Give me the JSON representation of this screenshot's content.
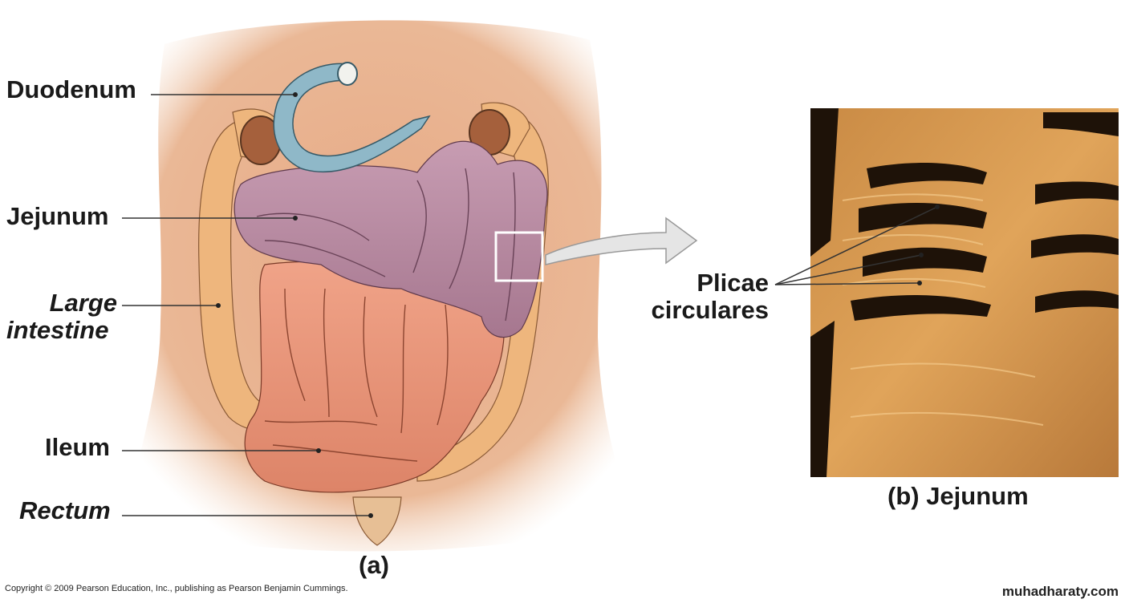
{
  "figure": {
    "labels": {
      "duodenum": "Duodenum",
      "jejunum": "Jejunum",
      "large_intestine_line1": "Large",
      "large_intestine_line2": "intestine",
      "ileum": "Ileum",
      "rectum": "Rectum",
      "plicae_line1": "Plicae",
      "plicae_line2": "circulares",
      "panel_a": "(a)",
      "panel_b": "(b) Jejunum"
    },
    "icons": {
      "callout_arrow": "arrow-right-icon"
    },
    "colors": {
      "skin": "#e8b08f",
      "duodenum": "#8fb8c8",
      "jejunum": "#b8889e",
      "ileum": "#e9937a",
      "large_intestine": "#eeb67d",
      "photo_tissue": "#d9964a",
      "photo_dark": "#1e1208"
    }
  },
  "footer": {
    "copyright": "Copyright © 2009 Pearson Education, Inc., publishing as Pearson Benjamin Cummings.",
    "watermark": "muhadharaty.com"
  }
}
